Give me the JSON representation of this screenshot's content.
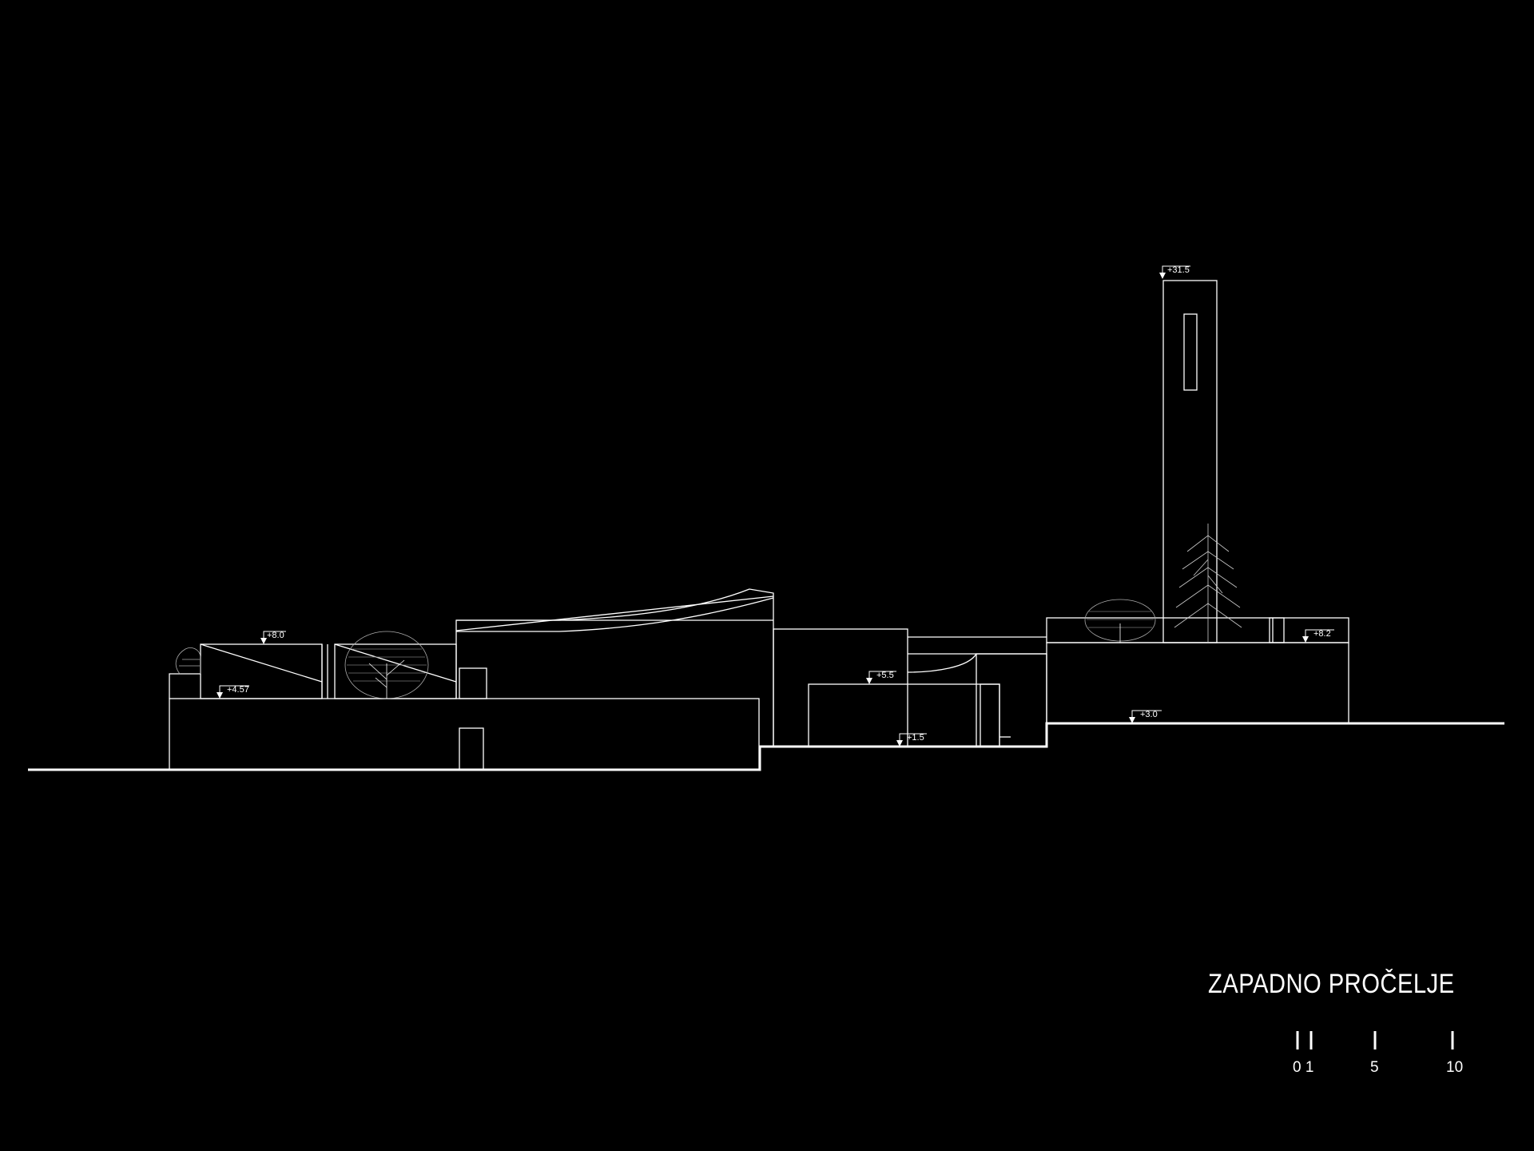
{
  "drawing": {
    "title": "ZAPADNO PROČELJE",
    "line_color": "#ffffff",
    "background_color": "#000000"
  },
  "elevation_marks": {
    "tower_top": "+31.5",
    "left_roof": "+8.0",
    "left_terrace": "+4.57",
    "mid_block": "+5.5",
    "lower_court": "+1.5",
    "right_roof": "+8.2",
    "right_ground": "+3.0"
  },
  "scale_bar": {
    "labels": [
      "0 1",
      "5",
      "10"
    ]
  }
}
